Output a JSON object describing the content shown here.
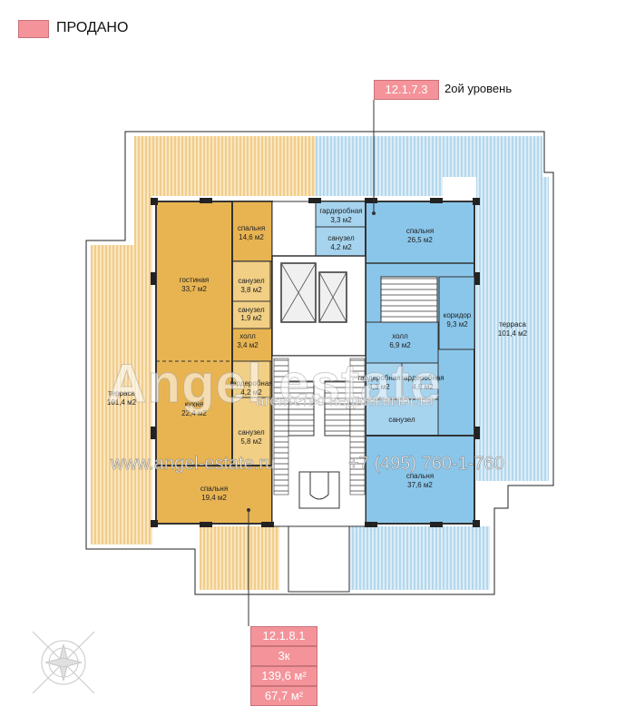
{
  "legend": {
    "label": "ПРОДАНО",
    "color": "#f4939a"
  },
  "top_tag": {
    "code": "12.1.7.3",
    "note": "2ой уровень"
  },
  "info_box": {
    "code": "12.1.8.1",
    "rooms": "3к",
    "total_area": "139,6 м²",
    "living_area": "67,7 м²"
  },
  "watermark": {
    "brand": "Angel estate",
    "tagline": "агентство недвижимости",
    "website": "www.angel-estate.ru",
    "phone": "+7 (495) 760-1-760"
  },
  "colors": {
    "orange": "#e8b452",
    "blue": "#8ac6ea",
    "sold": "#f4939a",
    "wall": "#333333"
  },
  "rooms": {
    "left_terrace": {
      "name": "терраса",
      "area": "101,4 м2"
    },
    "right_terrace": {
      "name": "терраса",
      "area": "101,4 м2"
    },
    "living": {
      "name": "гостиная",
      "area": "33,7 м2"
    },
    "bedroom_tl": {
      "name": "спальня",
      "area": "14,6 м2"
    },
    "bath_a": {
      "name": "санузел",
      "area": "3,8 м2"
    },
    "bath_b": {
      "name": "санузел",
      "area": "1,9 м2"
    },
    "hall_l": {
      "name": "холл",
      "area": "3,4 м2"
    },
    "wardrobe_l": {
      "name": "гардеробная",
      "area": "4,2 м2"
    },
    "kitchen": {
      "name": "кухня",
      "area": "22,4 м2"
    },
    "bath_c": {
      "name": "санузел",
      "area": "5,8 м2"
    },
    "bedroom_bl": {
      "name": "спальня",
      "area": "19,4 м2"
    },
    "wardrobe_top": {
      "name": "гардеробная",
      "area": "3,3 м2"
    },
    "bath_top": {
      "name": "санузел",
      "area": "4,2 м2"
    },
    "bedroom_tr": {
      "name": "спальня",
      "area": "26,5 м2"
    },
    "corridor": {
      "name": "коридор",
      "area": "9,3 м2"
    },
    "hall_r": {
      "name": "холл",
      "area": "6,9 м2"
    },
    "wardrobe_r1": {
      "name": "гардеробная",
      "area": "4,3 м2"
    },
    "wardrobe_r2": {
      "name": "гардеробная",
      "area": "4,8 м2"
    },
    "bath_r": {
      "name": "санузел",
      "area": ""
    },
    "bedroom_br": {
      "name": "спальня",
      "area": "37,6 м2"
    }
  }
}
